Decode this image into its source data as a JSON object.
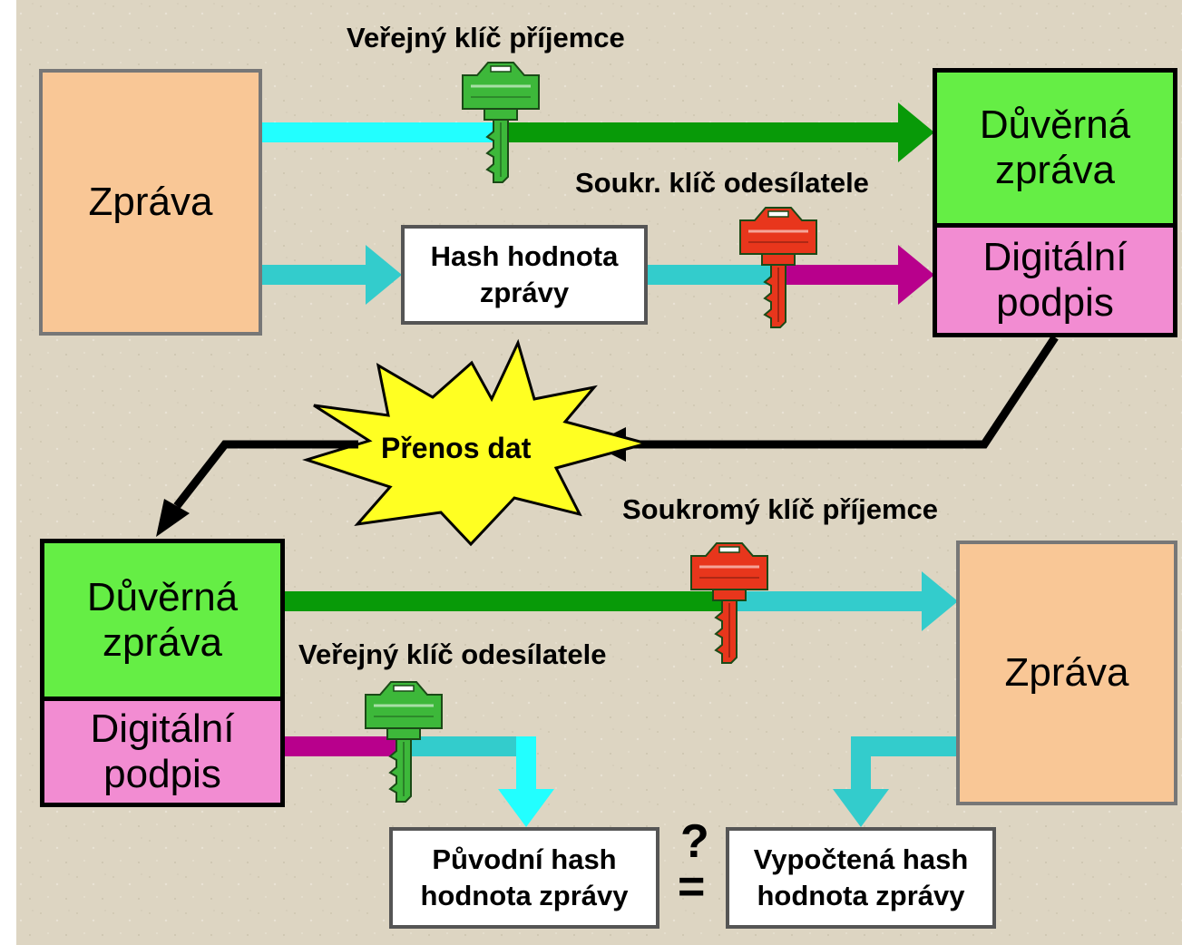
{
  "colors": {
    "background": "#ddd5c2",
    "message": "#f9c796",
    "confidential": "#65ee45",
    "signature": "#f28cd2",
    "cyan_arrow": "#33cccc",
    "bright_cyan": "#22ffff",
    "green_arrow": "#089a08",
    "magenta_arrow": "#b8008c",
    "public_key": "#3db83a",
    "private_key": "#e8361c",
    "burst": "#ffff22"
  },
  "sender": {
    "message": "Zpráva",
    "hash": "Hash hodnota\nzprávy",
    "confidential": "Důvěrná\nzpráva",
    "signature": "Digitální\npodpis",
    "recipient_public_key_label": "Veřejný klíč příjemce",
    "sender_private_key_label": "Soukr. klíč odesílatele"
  },
  "transfer": {
    "label": "Přenos dat"
  },
  "receiver": {
    "confidential": "Důvěrná\nzpráva",
    "signature": "Digitální\npodpis",
    "message": "Zpráva",
    "recipient_private_key_label": "Soukromý klíč příjemce",
    "sender_public_key_label": "Veřejný klíč odesílatele",
    "original_hash": "Původní hash\nhodnota zprávy",
    "computed_hash": "Vypočtená hash\nhodnota zprávy",
    "question_mark": "?",
    "equals_sign": "="
  },
  "icons": [
    "key-icon",
    "burst-icon",
    "arrow-icon"
  ]
}
